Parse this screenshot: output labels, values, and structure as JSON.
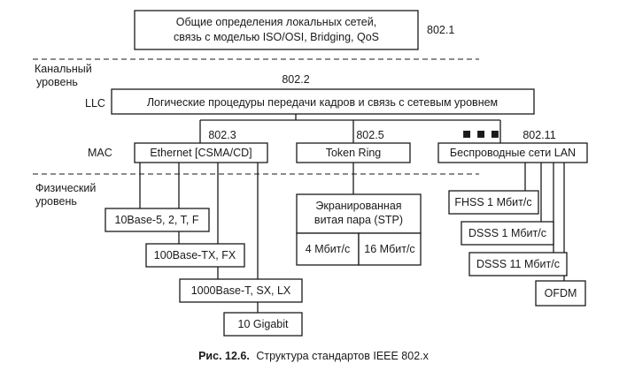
{
  "top_box": {
    "line1": "Общие определения локальных сетей,",
    "line2": "связь с моделью ISO/OSI, Bridging, QoS",
    "std": "802.1"
  },
  "layers": {
    "data_link_1": "Канальный",
    "data_link_2": "уровень",
    "llc": "LLC",
    "mac": "MAC",
    "physical_1": "Физический",
    "physical_2": "уровень"
  },
  "llc_box": {
    "std": "802.2",
    "text": "Логические процедуры передачи кадров и связь с сетевым уровнем"
  },
  "ethernet": {
    "std": "802.3",
    "name": "Ethernet [CSMA/CD]",
    "phys": [
      "10Base-5, 2, T, F",
      "100Base-TX, FX",
      "1000Base-T, SX, LX",
      "10 Gigabit"
    ]
  },
  "token_ring": {
    "std": "802.5",
    "name": "Token Ring",
    "medium_1": "Экранированная",
    "medium_2": "витая пара (STP)",
    "speeds": [
      "4 Мбит/с",
      "16 Мбит/с"
    ]
  },
  "ellipsis": "▪ ▪ ▪",
  "wireless": {
    "std": "802.11",
    "name": "Беспроводные сети LAN",
    "phys": [
      "FHSS 1 Мбит/с",
      "DSSS 1 Мбит/с",
      "DSSS 11 Мбит/с",
      "OFDM"
    ]
  },
  "caption": {
    "label": "Рис. 12.6.",
    "text": "Структура стандартов IEEE 802.x"
  }
}
